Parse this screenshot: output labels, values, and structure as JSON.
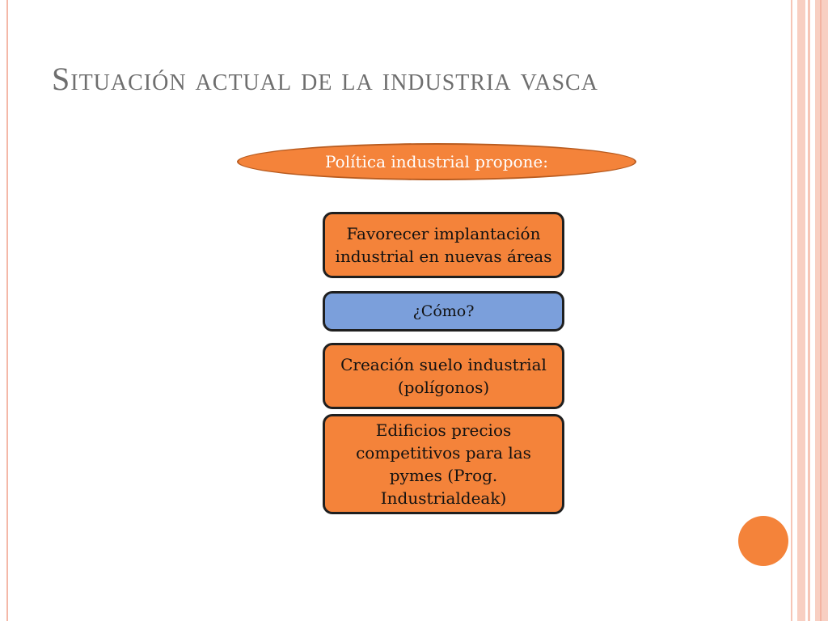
{
  "slide": {
    "title": "Situación actual de la industria vasca",
    "oval_label": "Política industrial propone:",
    "boxes": [
      "Favorecer implantación industrial en nuevas áreas",
      "¿Cómo?",
      "Creación suelo industrial (polígonos)",
      "Edificios precios competitivos para las pymes (Prog. Industrialdeak)"
    ]
  },
  "colors": {
    "accent_orange": "#f4833a",
    "box_blue": "#7b9fdb",
    "title_gray": "#6e6e6e",
    "stripe_salmon": "#f8cfc2"
  }
}
